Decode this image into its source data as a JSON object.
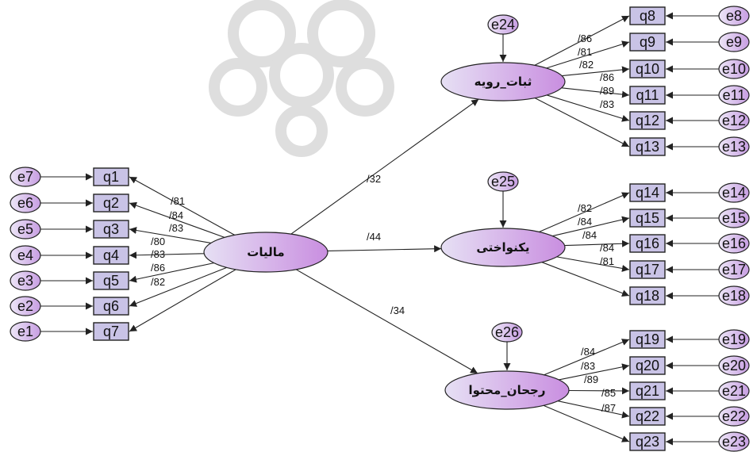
{
  "factor": {
    "name": "f",
    "label": "مالیات"
  },
  "latents": [
    {
      "name": "l1",
      "label": "ثبات_رویه",
      "error": "e24",
      "coef": "/32"
    },
    {
      "name": "l2",
      "label": "یکنواختی",
      "error": "e25",
      "coef": "/44"
    },
    {
      "name": "l3",
      "label": "رجحان_محتوا",
      "error": "e26",
      "coef": "/34"
    }
  ],
  "factor_indicators": [
    {
      "item": "q1",
      "error": "e7",
      "coef": "/81"
    },
    {
      "item": "q2",
      "error": "e6",
      "coef": "/84"
    },
    {
      "item": "q3",
      "error": "e5",
      "coef": "/83"
    },
    {
      "item": "q4",
      "error": "e4",
      "coef": "/80"
    },
    {
      "item": "q5",
      "error": "e3",
      "coef": "/83"
    },
    {
      "item": "q6",
      "error": "e2",
      "coef": "/86"
    },
    {
      "item": "q7",
      "error": "e1",
      "coef": "/82"
    }
  ],
  "latent_indicators": [
    [
      {
        "item": "q8",
        "error": "e8",
        "coef": "/86"
      },
      {
        "item": "q9",
        "error": "e9",
        "coef": "/81"
      },
      {
        "item": "q10",
        "error": "e10",
        "coef": "/82"
      },
      {
        "item": "q11",
        "error": "e11",
        "coef": "/86"
      },
      {
        "item": "q12",
        "error": "e12",
        "coef": "/89"
      },
      {
        "item": "q13",
        "error": "e13",
        "coef": "/83"
      }
    ],
    [
      {
        "item": "q14",
        "error": "e14",
        "coef": "/82"
      },
      {
        "item": "q15",
        "error": "e15",
        "coef": "/84"
      },
      {
        "item": "q16",
        "error": "e16",
        "coef": "/84"
      },
      {
        "item": "q17",
        "error": "e17",
        "coef": "/84"
      },
      {
        "item": "q18",
        "error": "e18",
        "coef": "/81"
      }
    ],
    [
      {
        "item": "q19",
        "error": "e19",
        "coef": "/84"
      },
      {
        "item": "q20",
        "error": "e20",
        "coef": "/83"
      },
      {
        "item": "q21",
        "error": "e21",
        "coef": "/89"
      },
      {
        "item": "q22",
        "error": "e22",
        "coef": "/85"
      },
      {
        "item": "q23",
        "error": "e23",
        "coef": "/87"
      }
    ]
  ],
  "colors": {
    "observed_fill": "#c9c3e6",
    "latent_fill_light": "#e6e0f4",
    "latent_fill_dark": "#c98ee0",
    "error_fill_light": "#ede6f7",
    "error_fill_dark": "#c79ee2",
    "watermark": "#9a9a9a"
  }
}
